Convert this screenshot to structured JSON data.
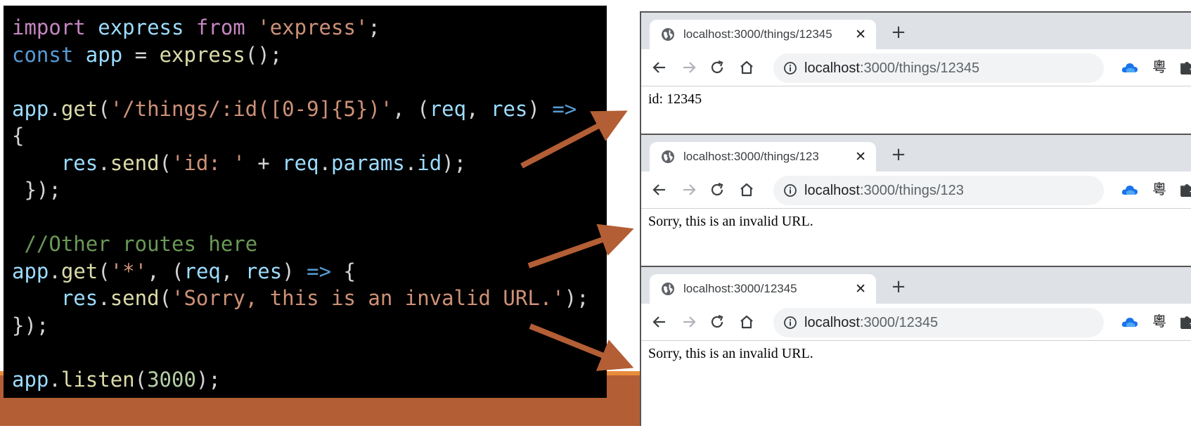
{
  "code": {
    "lines": [
      [
        {
          "t": "import",
          "c": "kw"
        },
        {
          "t": " ",
          "c": "pun"
        },
        {
          "t": "express",
          "c": "var"
        },
        {
          "t": " ",
          "c": "pun"
        },
        {
          "t": "from",
          "c": "kw"
        },
        {
          "t": " ",
          "c": "pun"
        },
        {
          "t": "'express'",
          "c": "str"
        },
        {
          "t": ";",
          "c": "pun"
        }
      ],
      [
        {
          "t": "const",
          "c": "kwb"
        },
        {
          "t": " ",
          "c": "pun"
        },
        {
          "t": "app",
          "c": "var"
        },
        {
          "t": " = ",
          "c": "pun"
        },
        {
          "t": "express",
          "c": "fn"
        },
        {
          "t": "();",
          "c": "pun"
        }
      ],
      [],
      [
        {
          "t": "app",
          "c": "var"
        },
        {
          "t": ".",
          "c": "pun"
        },
        {
          "t": "get",
          "c": "fn"
        },
        {
          "t": "(",
          "c": "pun"
        },
        {
          "t": "'/things/:id([0-9]{5})'",
          "c": "str"
        },
        {
          "t": ", (",
          "c": "pun"
        },
        {
          "t": "req",
          "c": "var"
        },
        {
          "t": ", ",
          "c": "pun"
        },
        {
          "t": "res",
          "c": "var"
        },
        {
          "t": ") ",
          "c": "pun"
        },
        {
          "t": "=>",
          "c": "kwb"
        }
      ],
      [
        {
          "t": "{",
          "c": "pun"
        }
      ],
      [
        {
          "t": "    ",
          "c": "pun"
        },
        {
          "t": "res",
          "c": "var"
        },
        {
          "t": ".",
          "c": "pun"
        },
        {
          "t": "send",
          "c": "fn"
        },
        {
          "t": "(",
          "c": "pun"
        },
        {
          "t": "'id: '",
          "c": "str"
        },
        {
          "t": " + ",
          "c": "pun"
        },
        {
          "t": "req",
          "c": "var"
        },
        {
          "t": ".",
          "c": "pun"
        },
        {
          "t": "params",
          "c": "var"
        },
        {
          "t": ".",
          "c": "pun"
        },
        {
          "t": "id",
          "c": "var"
        },
        {
          "t": ");",
          "c": "pun"
        }
      ],
      [
        {
          "t": " });",
          "c": "pun"
        }
      ],
      [],
      [
        {
          "t": " ",
          "c": "pun"
        },
        {
          "t": "//Other routes here",
          "c": "cmt"
        }
      ],
      [
        {
          "t": "app",
          "c": "var"
        },
        {
          "t": ".",
          "c": "pun"
        },
        {
          "t": "get",
          "c": "fn"
        },
        {
          "t": "(",
          "c": "pun"
        },
        {
          "t": "'*'",
          "c": "str"
        },
        {
          "t": ", (",
          "c": "pun"
        },
        {
          "t": "req",
          "c": "var"
        },
        {
          "t": ", ",
          "c": "pun"
        },
        {
          "t": "res",
          "c": "var"
        },
        {
          "t": ") ",
          "c": "pun"
        },
        {
          "t": "=>",
          "c": "kwb"
        },
        {
          "t": " {",
          "c": "pun"
        }
      ],
      [
        {
          "t": "    ",
          "c": "pun"
        },
        {
          "t": "res",
          "c": "var"
        },
        {
          "t": ".",
          "c": "pun"
        },
        {
          "t": "send",
          "c": "fn"
        },
        {
          "t": "(",
          "c": "pun"
        },
        {
          "t": "'Sorry, this is an invalid URL.'",
          "c": "str"
        },
        {
          "t": ");",
          "c": "pun"
        }
      ],
      [
        {
          "t": "});",
          "c": "pun"
        }
      ],
      [],
      [
        {
          "t": "app",
          "c": "var"
        },
        {
          "t": ".",
          "c": "pun"
        },
        {
          "t": "listen",
          "c": "fn"
        },
        {
          "t": "(",
          "c": "pun"
        },
        {
          "t": "3000",
          "c": "num"
        },
        {
          "t": ");",
          "c": "pun"
        }
      ]
    ]
  },
  "colors": {
    "arrow": "#b35e35",
    "slide_band": "#b35e35",
    "code_background": "#000000"
  },
  "browsers": [
    {
      "tab_title": "localhost:3000/things/12345",
      "tab_close": "✕",
      "new_tab": "+",
      "url_host": "localhost",
      "url_path": ":3000/things/12345",
      "ime_label": "粵",
      "body_text": "id: 12345"
    },
    {
      "tab_title": "localhost:3000/things/123",
      "tab_close": "✕",
      "new_tab": "+",
      "url_host": "localhost",
      "url_path": ":3000/things/123",
      "ime_label": "粵",
      "body_text": "Sorry, this is an invalid URL."
    },
    {
      "tab_title": "localhost:3000/12345",
      "tab_close": "✕",
      "new_tab": "+",
      "url_host": "localhost",
      "url_path": ":3000/12345",
      "ime_label": "粵",
      "body_text": "Sorry, this is an invalid URL."
    }
  ],
  "icons": [
    "globe-icon",
    "close-icon",
    "plus-icon",
    "back-icon",
    "forward-icon",
    "reload-icon",
    "home-icon",
    "info-icon",
    "share-icon",
    "star-icon",
    "cloud-icon",
    "puzzle-icon"
  ]
}
